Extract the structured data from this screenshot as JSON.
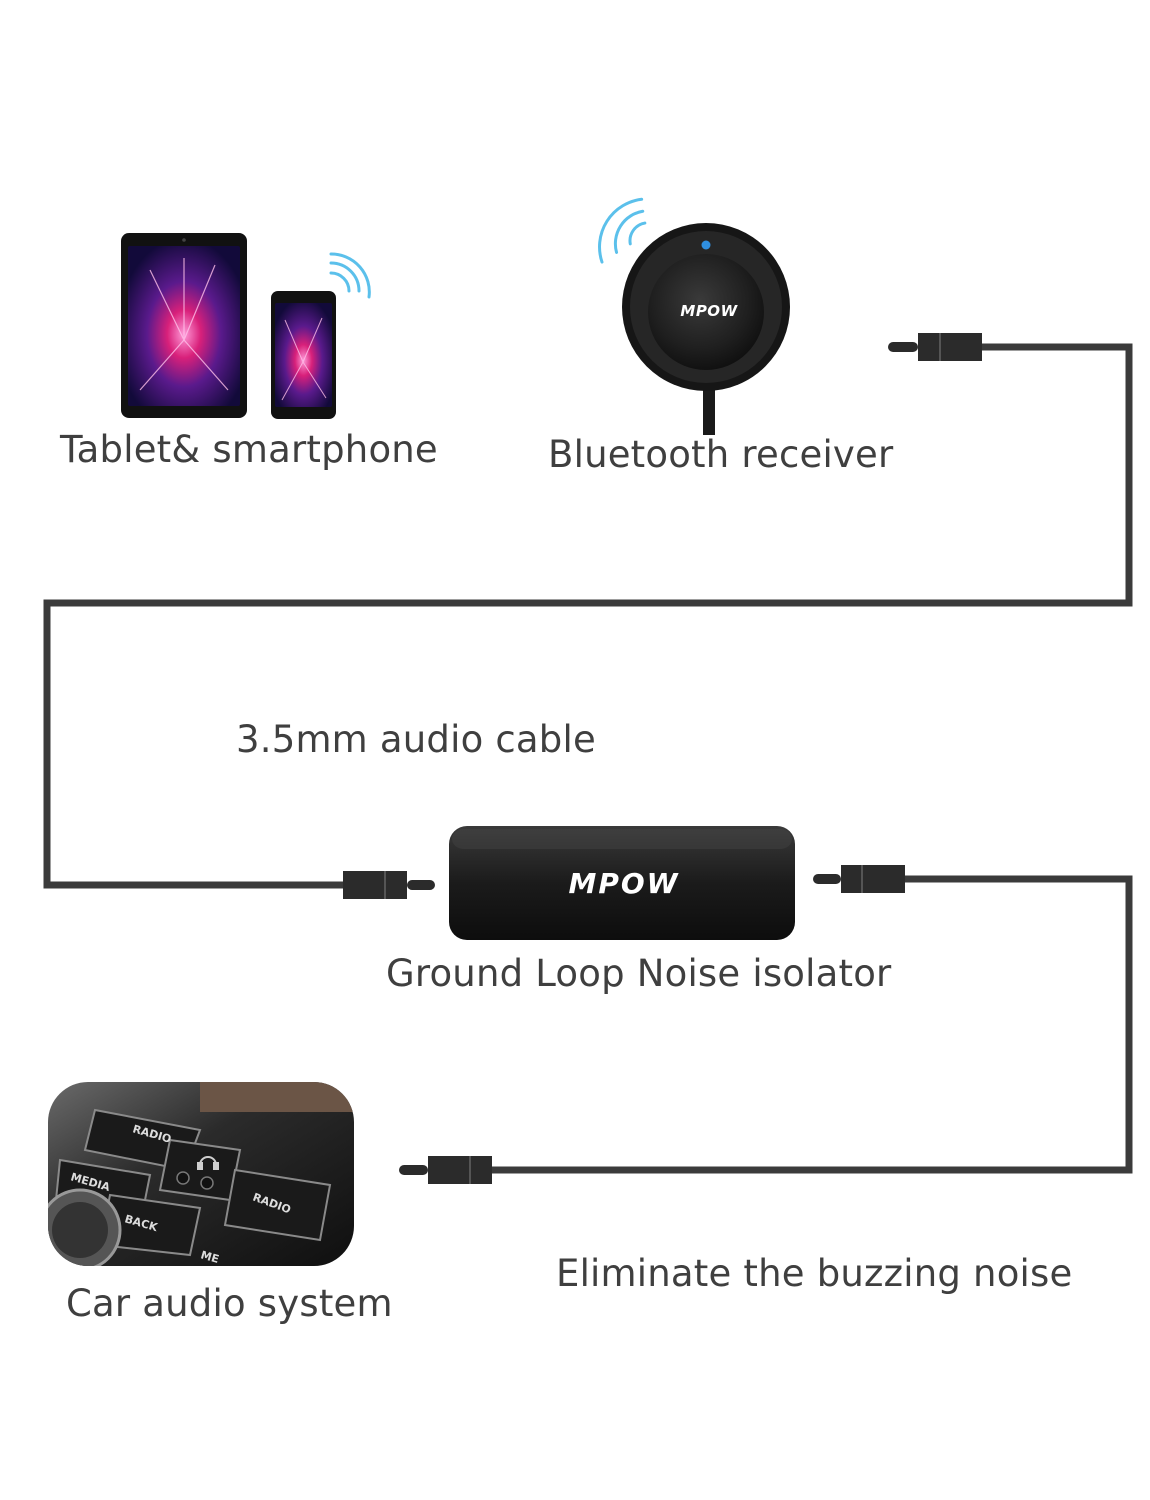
{
  "labels": {
    "tablet_smartphone": "Tablet& smartphone",
    "bluetooth_receiver": "Bluetooth receiver",
    "audio_cable": "3.5mm audio cable",
    "isolator": "Ground Loop Noise isolator",
    "car_audio": "Car audio system",
    "eliminate": "Eliminate the buzzing noise"
  },
  "brand": {
    "receiver_logo": "MPOW",
    "isolator_logo": "MPOW"
  },
  "car_panel": {
    "radio_top": "RADIO",
    "media": "MEDIA",
    "back": "BACK",
    "radio_right": "RADIO",
    "media_bottom": "ME"
  },
  "colors": {
    "cable": "#3b3b3b",
    "plug": "#2b2b2b",
    "signal_wave": "#5bc0eb",
    "led": "#2f8fe0",
    "device_body": "#1e1e1e"
  },
  "icons": [
    "wifi-signal-icon",
    "headphone-icon"
  ]
}
